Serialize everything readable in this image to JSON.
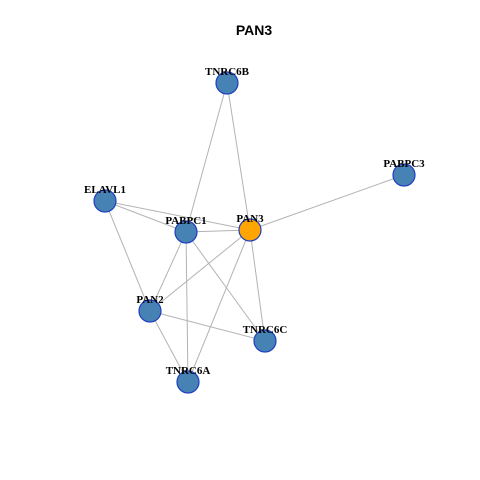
{
  "title": "PAN3",
  "colors": {
    "node_default": "#4682b4",
    "node_focus": "#ffa500",
    "node_border": "#1f3fbf",
    "edge": "#b3b3b3"
  },
  "nodes": [
    {
      "id": "TNRC6B",
      "label": "TNRC6B",
      "focus": false
    },
    {
      "id": "PABPC3",
      "label": "PABPC3",
      "focus": false
    },
    {
      "id": "ELAVL1",
      "label": "ELAVL1",
      "focus": false
    },
    {
      "id": "PABPC1",
      "label": "PABPC1",
      "focus": false
    },
    {
      "id": "PAN3",
      "label": "PAN3",
      "focus": true
    },
    {
      "id": "PAN2",
      "label": "PAN2",
      "focus": false
    },
    {
      "id": "TNRC6C",
      "label": "TNRC6C",
      "focus": false
    },
    {
      "id": "TNRC6A",
      "label": "TNRC6A",
      "focus": false
    }
  ],
  "edges": [
    [
      "TNRC6B",
      "PABPC1"
    ],
    [
      "TNRC6B",
      "PAN3"
    ],
    [
      "PABPC3",
      "PAN3"
    ],
    [
      "ELAVL1",
      "PABPC1"
    ],
    [
      "ELAVL1",
      "PAN3"
    ],
    [
      "ELAVL1",
      "PAN2"
    ],
    [
      "PABPC1",
      "PAN3"
    ],
    [
      "PABPC1",
      "PAN2"
    ],
    [
      "PABPC1",
      "TNRC6C"
    ],
    [
      "PABPC1",
      "TNRC6A"
    ],
    [
      "PAN3",
      "PAN2"
    ],
    [
      "PAN3",
      "TNRC6C"
    ],
    [
      "PAN3",
      "TNRC6A"
    ],
    [
      "PAN2",
      "TNRC6C"
    ],
    [
      "PAN2",
      "TNRC6A"
    ]
  ]
}
